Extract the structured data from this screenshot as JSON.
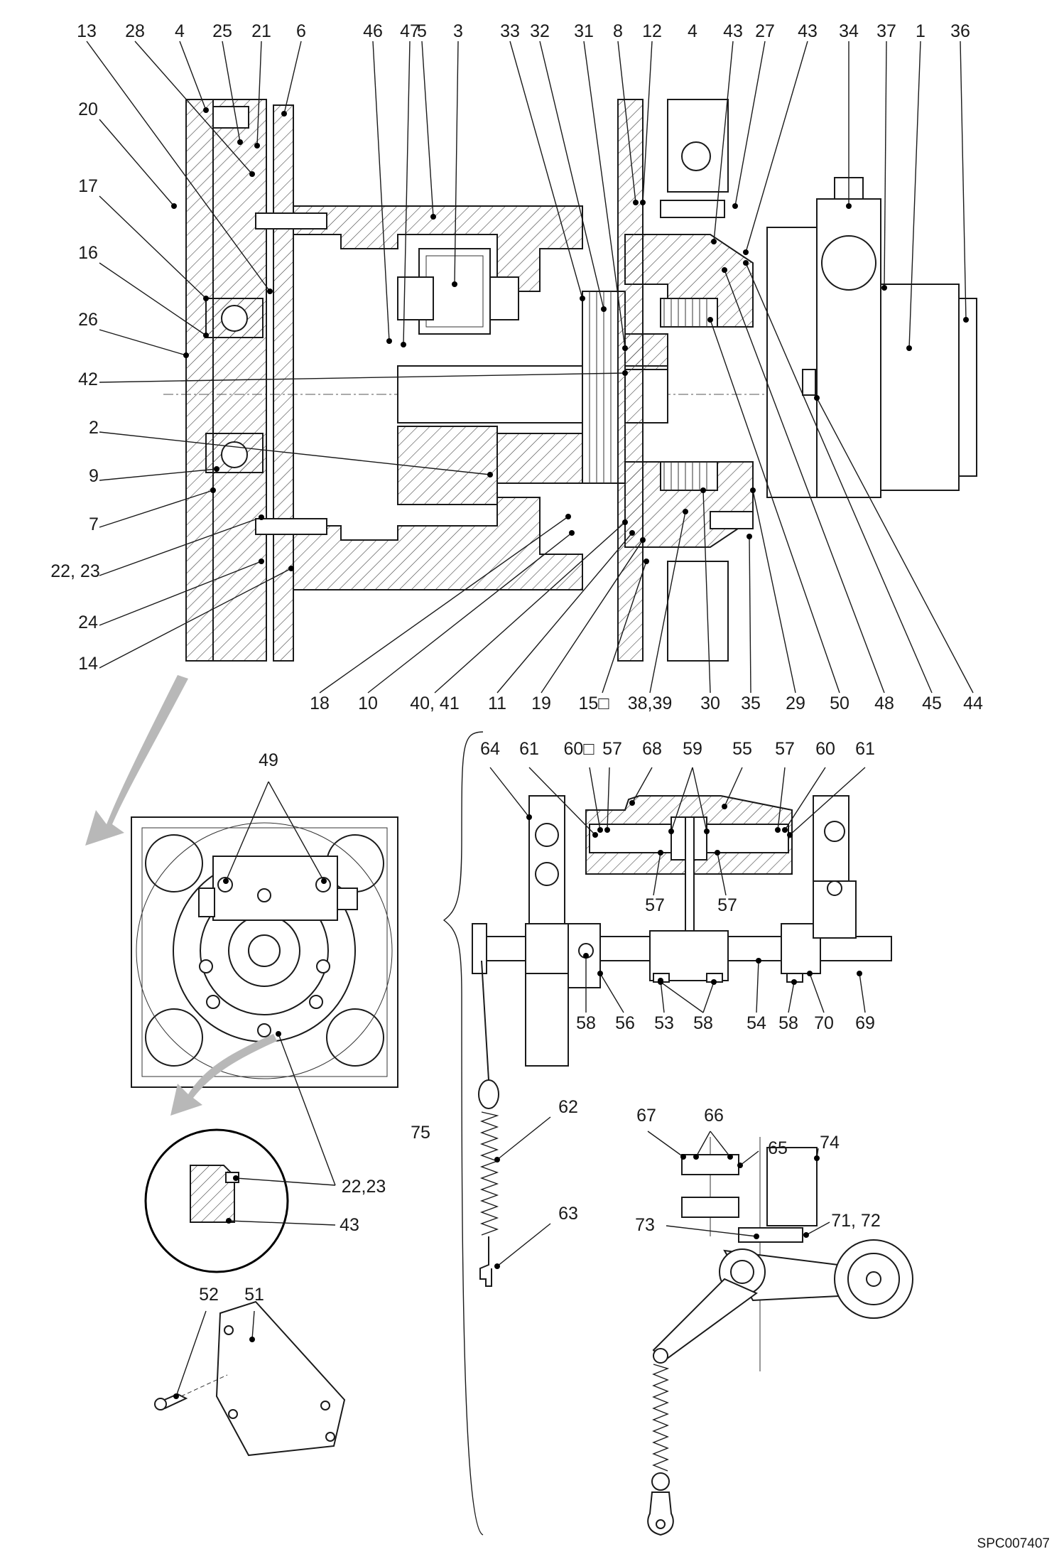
{
  "doc_code": "SPC007407",
  "labels_top": [
    "13",
    "28",
    "4",
    "25",
    "21",
    "6",
    "46",
    "47",
    "5",
    "3",
    "33",
    "32",
    "31",
    "8",
    "12",
    "4",
    "43",
    "27",
    "43",
    "34",
    "37",
    "1",
    "36"
  ],
  "labels_left": [
    "20",
    "17",
    "16",
    "26",
    "42",
    "2",
    "9",
    "7",
    "22, 23",
    "24",
    "14"
  ],
  "labels_bottom": [
    "18",
    "10",
    "40, 41",
    "11",
    "19",
    "15□",
    "38,39",
    "30",
    "35",
    "29",
    "50",
    "48",
    "45",
    "44"
  ],
  "labels_lever_top": [
    "64",
    "61",
    "60□",
    "57",
    "68",
    "59",
    "55",
    "57",
    "60",
    "61"
  ],
  "labels_lever_mid": [
    "57",
    "57"
  ],
  "labels_lever_bottom": [
    "58",
    "56",
    "53",
    "58",
    "54",
    "58",
    "70",
    "69"
  ],
  "labels_front": [
    "49",
    "22,23",
    "43"
  ],
  "labels_cover": [
    "52",
    "51"
  ],
  "labels_spring": [
    "75",
    "62",
    "63"
  ],
  "labels_roller": [
    "67",
    "66",
    "65",
    "74",
    "73",
    "71, 72"
  ]
}
